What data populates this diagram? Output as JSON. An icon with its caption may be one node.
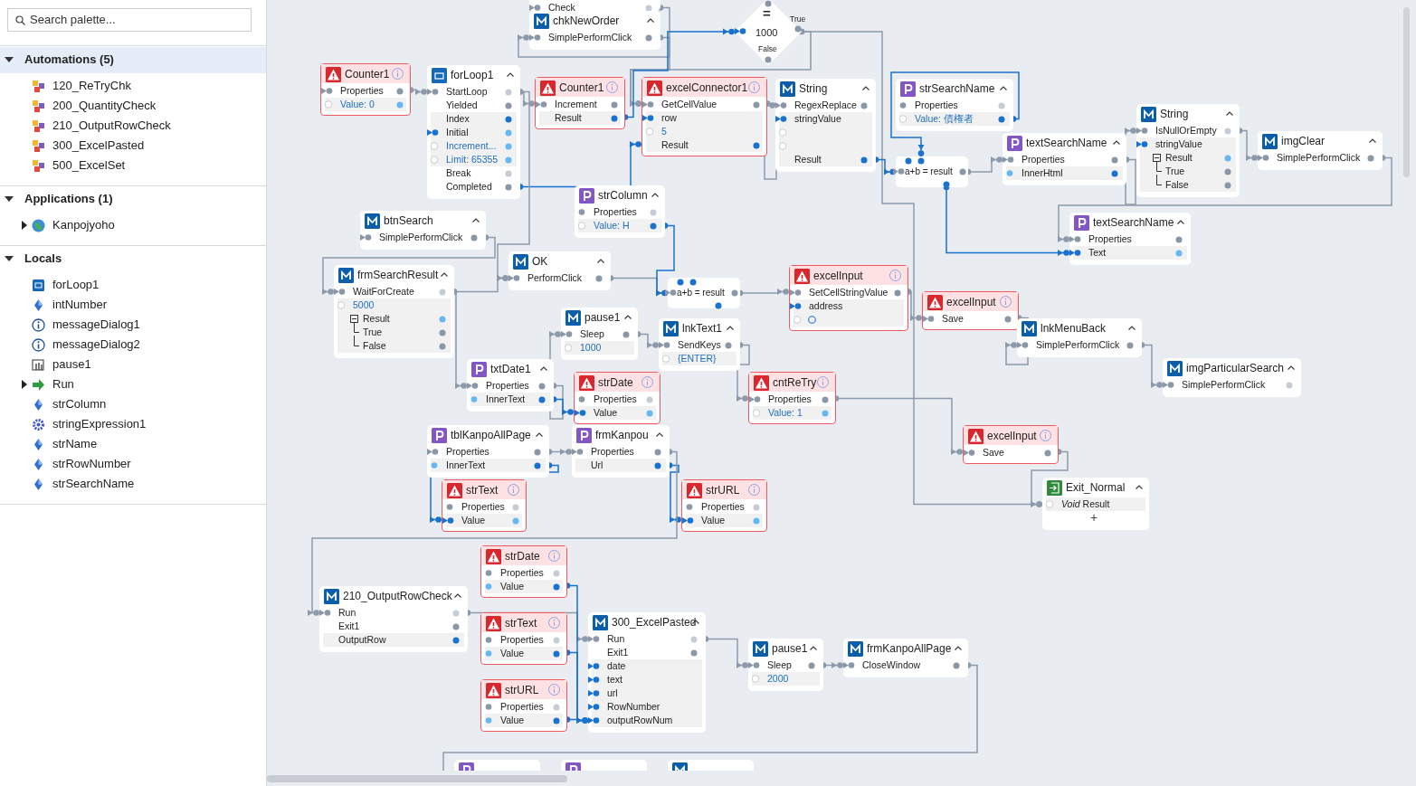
{
  "diagram": {
    "nodes": [
      {
        "text": [
          "Check"
        ]
      },
      {
        "text": [
          "chkNewOrder",
          "SimplePerformClick"
        ]
      },
      {
        "text": [
          "=",
          "1000",
          "True",
          "False"
        ]
      },
      {
        "text": [
          "Counter1",
          "Properties",
          "Value: 0"
        ]
      },
      {
        "text": [
          "forLoop1",
          "StartLoop",
          "Yielded",
          "Index",
          "Initial",
          "Increment...",
          "Limit: 65355",
          "Break",
          "Completed"
        ]
      },
      {
        "text": [
          "Counter1",
          "Increment",
          "Result"
        ]
      },
      {
        "text": [
          "excelConnector1",
          "GetCellValue",
          "row",
          "5",
          "Result"
        ]
      },
      {
        "text": [
          "String",
          "RegexReplace",
          "stringValue",
          "Result"
        ]
      },
      {
        "text": [
          "strSearchName",
          "Properties",
          "Value: 債権者"
        ]
      },
      {
        "text": [
          "a+b = result"
        ]
      },
      {
        "text": [
          "textSearchName",
          "Properties",
          "InnerHtml"
        ]
      },
      {
        "text": [
          "String",
          "IsNullOrEmpty",
          "stringValue",
          "Result",
          "True",
          "False"
        ]
      },
      {
        "text": [
          "imgClear",
          "SimplePerformClick"
        ]
      },
      {
        "text": [
          "strColumn",
          "Properties",
          "Value: H"
        ]
      },
      {
        "text": [
          "btnSearch",
          "SimplePerformClick"
        ]
      },
      {
        "text": [
          "textSearchName",
          "Properties",
          "Text"
        ]
      },
      {
        "text": [
          "OK",
          "PerformClick"
        ]
      },
      {
        "text": [
          "frmSearchResult",
          "WaitForCreate",
          "5000",
          "Result",
          "True",
          "False"
        ]
      },
      {
        "text": [
          "a+b = result"
        ]
      },
      {
        "text": [
          "excelInput",
          "SetCellStringValue",
          "address"
        ]
      },
      {
        "text": [
          "excelInput",
          "Save"
        ]
      },
      {
        "text": [
          "pause1",
          "Sleep",
          "1000"
        ]
      },
      {
        "text": [
          "lnkText1",
          "SendKeys",
          "{ENTER}"
        ]
      },
      {
        "text": [
          "lnkMenuBack",
          "SimplePerformClick"
        ]
      },
      {
        "text": [
          "imgParticularSearch",
          "SimplePerformClick"
        ]
      },
      {
        "text": [
          "txtDate1",
          "Properties",
          "InnerText"
        ]
      },
      {
        "text": [
          "strDate",
          "Properties",
          "Value"
        ]
      },
      {
        "text": [
          "cntReTry",
          "Properties",
          "Value: 1"
        ]
      },
      {
        "text": [
          "excelInput",
          "Save"
        ]
      },
      {
        "text": [
          "tblKanpoAllPage",
          "Properties",
          "InnerText"
        ]
      },
      {
        "text": [
          "frmKanpou",
          "Properties",
          "Url"
        ]
      },
      {
        "text": [
          "strText",
          "Properties",
          "Value"
        ]
      },
      {
        "text": [
          "strURL",
          "Properties",
          "Value"
        ]
      },
      {
        "text": [
          "Exit_Normal",
          "*Void* Result",
          "+"
        ]
      },
      {
        "text": [
          "strDate",
          "Properties",
          "Value"
        ]
      },
      {
        "text": [
          "210_OutputRowCheck",
          "Run",
          "Exit1",
          "OutputRow"
        ]
      },
      {
        "text": [
          "strText",
          "Properties",
          "Value"
        ]
      },
      {
        "text": [
          "300_ExcelPasted",
          "Run",
          "Exit1",
          "date",
          "text",
          "url",
          "RowNumber",
          "outputRowNum"
        ]
      },
      {
        "text": [
          "pause1",
          "Sleep",
          "2000"
        ]
      },
      {
        "text": [
          "frmKanpoAllPage",
          "CloseWindow"
        ]
      },
      {
        "text": [
          "strURL",
          "Properties",
          "Value"
        ]
      },
      {
        "text": [],
        "shape": "box"
      },
      {
        "text": [],
        "shape": "box"
      },
      {
        "text": [],
        "shape": "box"
      }
    ],
    "edges": [
      {
        "from": 0,
        "to": 1,
        "arrow": "to"
      },
      {
        "from": 1,
        "to": 6,
        "arrow": "to"
      },
      {
        "from": 2,
        "to": 6,
        "arrow": "to"
      },
      {
        "from": 5,
        "to": 2,
        "arrow": "to",
        "color": "#1a72cf"
      },
      {
        "from": 2,
        "to": 33,
        "arrow": "to"
      },
      {
        "from": 3,
        "to": 4,
        "arrow": "to"
      },
      {
        "from": 4,
        "to": 5,
        "arrow": "to"
      },
      {
        "from": 4,
        "to": 6,
        "arrow": "to",
        "color": "#1a72cf"
      },
      {
        "from": 6,
        "to": 7,
        "arrow": "to"
      },
      {
        "from": 7,
        "to": 9,
        "arrow": "to",
        "color": "#1a72cf"
      },
      {
        "from": 8,
        "to": 9,
        "arrow": "to",
        "color": "#1a72cf"
      },
      {
        "from": 9,
        "to": 10,
        "arrow": "to"
      },
      {
        "from": 9,
        "to": 15,
        "arrow": "to",
        "color": "#1a72cf"
      },
      {
        "from": 10,
        "to": 11,
        "arrow": "to"
      },
      {
        "from": 11,
        "to": 12,
        "arrow": "to"
      },
      {
        "from": 12,
        "to": 15,
        "arrow": "to"
      },
      {
        "from": 4,
        "to": 16,
        "arrow": "to"
      },
      {
        "from": 14,
        "to": 17,
        "arrow": "to"
      },
      {
        "from": 17,
        "to": 16,
        "arrow": "to"
      },
      {
        "from": 17,
        "to": 25,
        "arrow": "to"
      },
      {
        "from": 16,
        "to": 18,
        "arrow": "to"
      },
      {
        "from": 13,
        "to": 18,
        "arrow": "to",
        "color": "#1a72cf"
      },
      {
        "from": 18,
        "to": 19,
        "arrow": "to"
      },
      {
        "from": 19,
        "to": 20,
        "arrow": "to"
      },
      {
        "from": 20,
        "to": 23,
        "arrow": "to"
      },
      {
        "from": 23,
        "to": 24,
        "arrow": "to"
      },
      {
        "from": 25,
        "to": 21,
        "arrow": "to"
      },
      {
        "from": 21,
        "to": 22,
        "arrow": "to"
      },
      {
        "from": 25,
        "to": 26,
        "arrow": "to",
        "color": "#1a72cf"
      },
      {
        "from": 22,
        "to": 27,
        "arrow": "to"
      },
      {
        "from": 27,
        "to": 28,
        "arrow": "to"
      },
      {
        "from": 28,
        "to": 33,
        "arrow": "to"
      },
      {
        "from": 29,
        "to": 30,
        "arrow": "to"
      },
      {
        "from": 29,
        "to": 31,
        "arrow": "to",
        "color": "#1a72cf"
      },
      {
        "from": 30,
        "to": 32,
        "arrow": "to",
        "color": "#1a72cf"
      },
      {
        "from": 30,
        "to": 35,
        "arrow": "to"
      },
      {
        "from": 35,
        "to": 37,
        "arrow": "to"
      },
      {
        "from": 34,
        "to": 37,
        "arrow": "to",
        "color": "#1a72cf"
      },
      {
        "from": 36,
        "to": 37,
        "arrow": "to",
        "color": "#1a72cf"
      },
      {
        "from": 40,
        "to": 37,
        "arrow": "to",
        "color": "#1a72cf"
      },
      {
        "from": 37,
        "to": 38,
        "arrow": "to"
      },
      {
        "from": 38,
        "to": 39,
        "arrow": "to"
      },
      {
        "from": 39,
        "to": 41,
        "arrow": "to"
      }
    ],
    "labels": [
      "Search palette...",
      "Automations (5)",
      "120_ReTryChk",
      "200_QuantityCheck",
      "210_OutputRowCheck",
      "300_ExcelPasted",
      "500_ExcelSet",
      "Applications (1)",
      "Kanpojyoho",
      "Locals",
      "forLoop1",
      "intNumber",
      "messageDialog1",
      "messageDialog2",
      "pause1",
      "Run",
      "strColumn",
      "stringExpression1",
      "strName",
      "strRowNumber",
      "strSearchName"
    ]
  }
}
